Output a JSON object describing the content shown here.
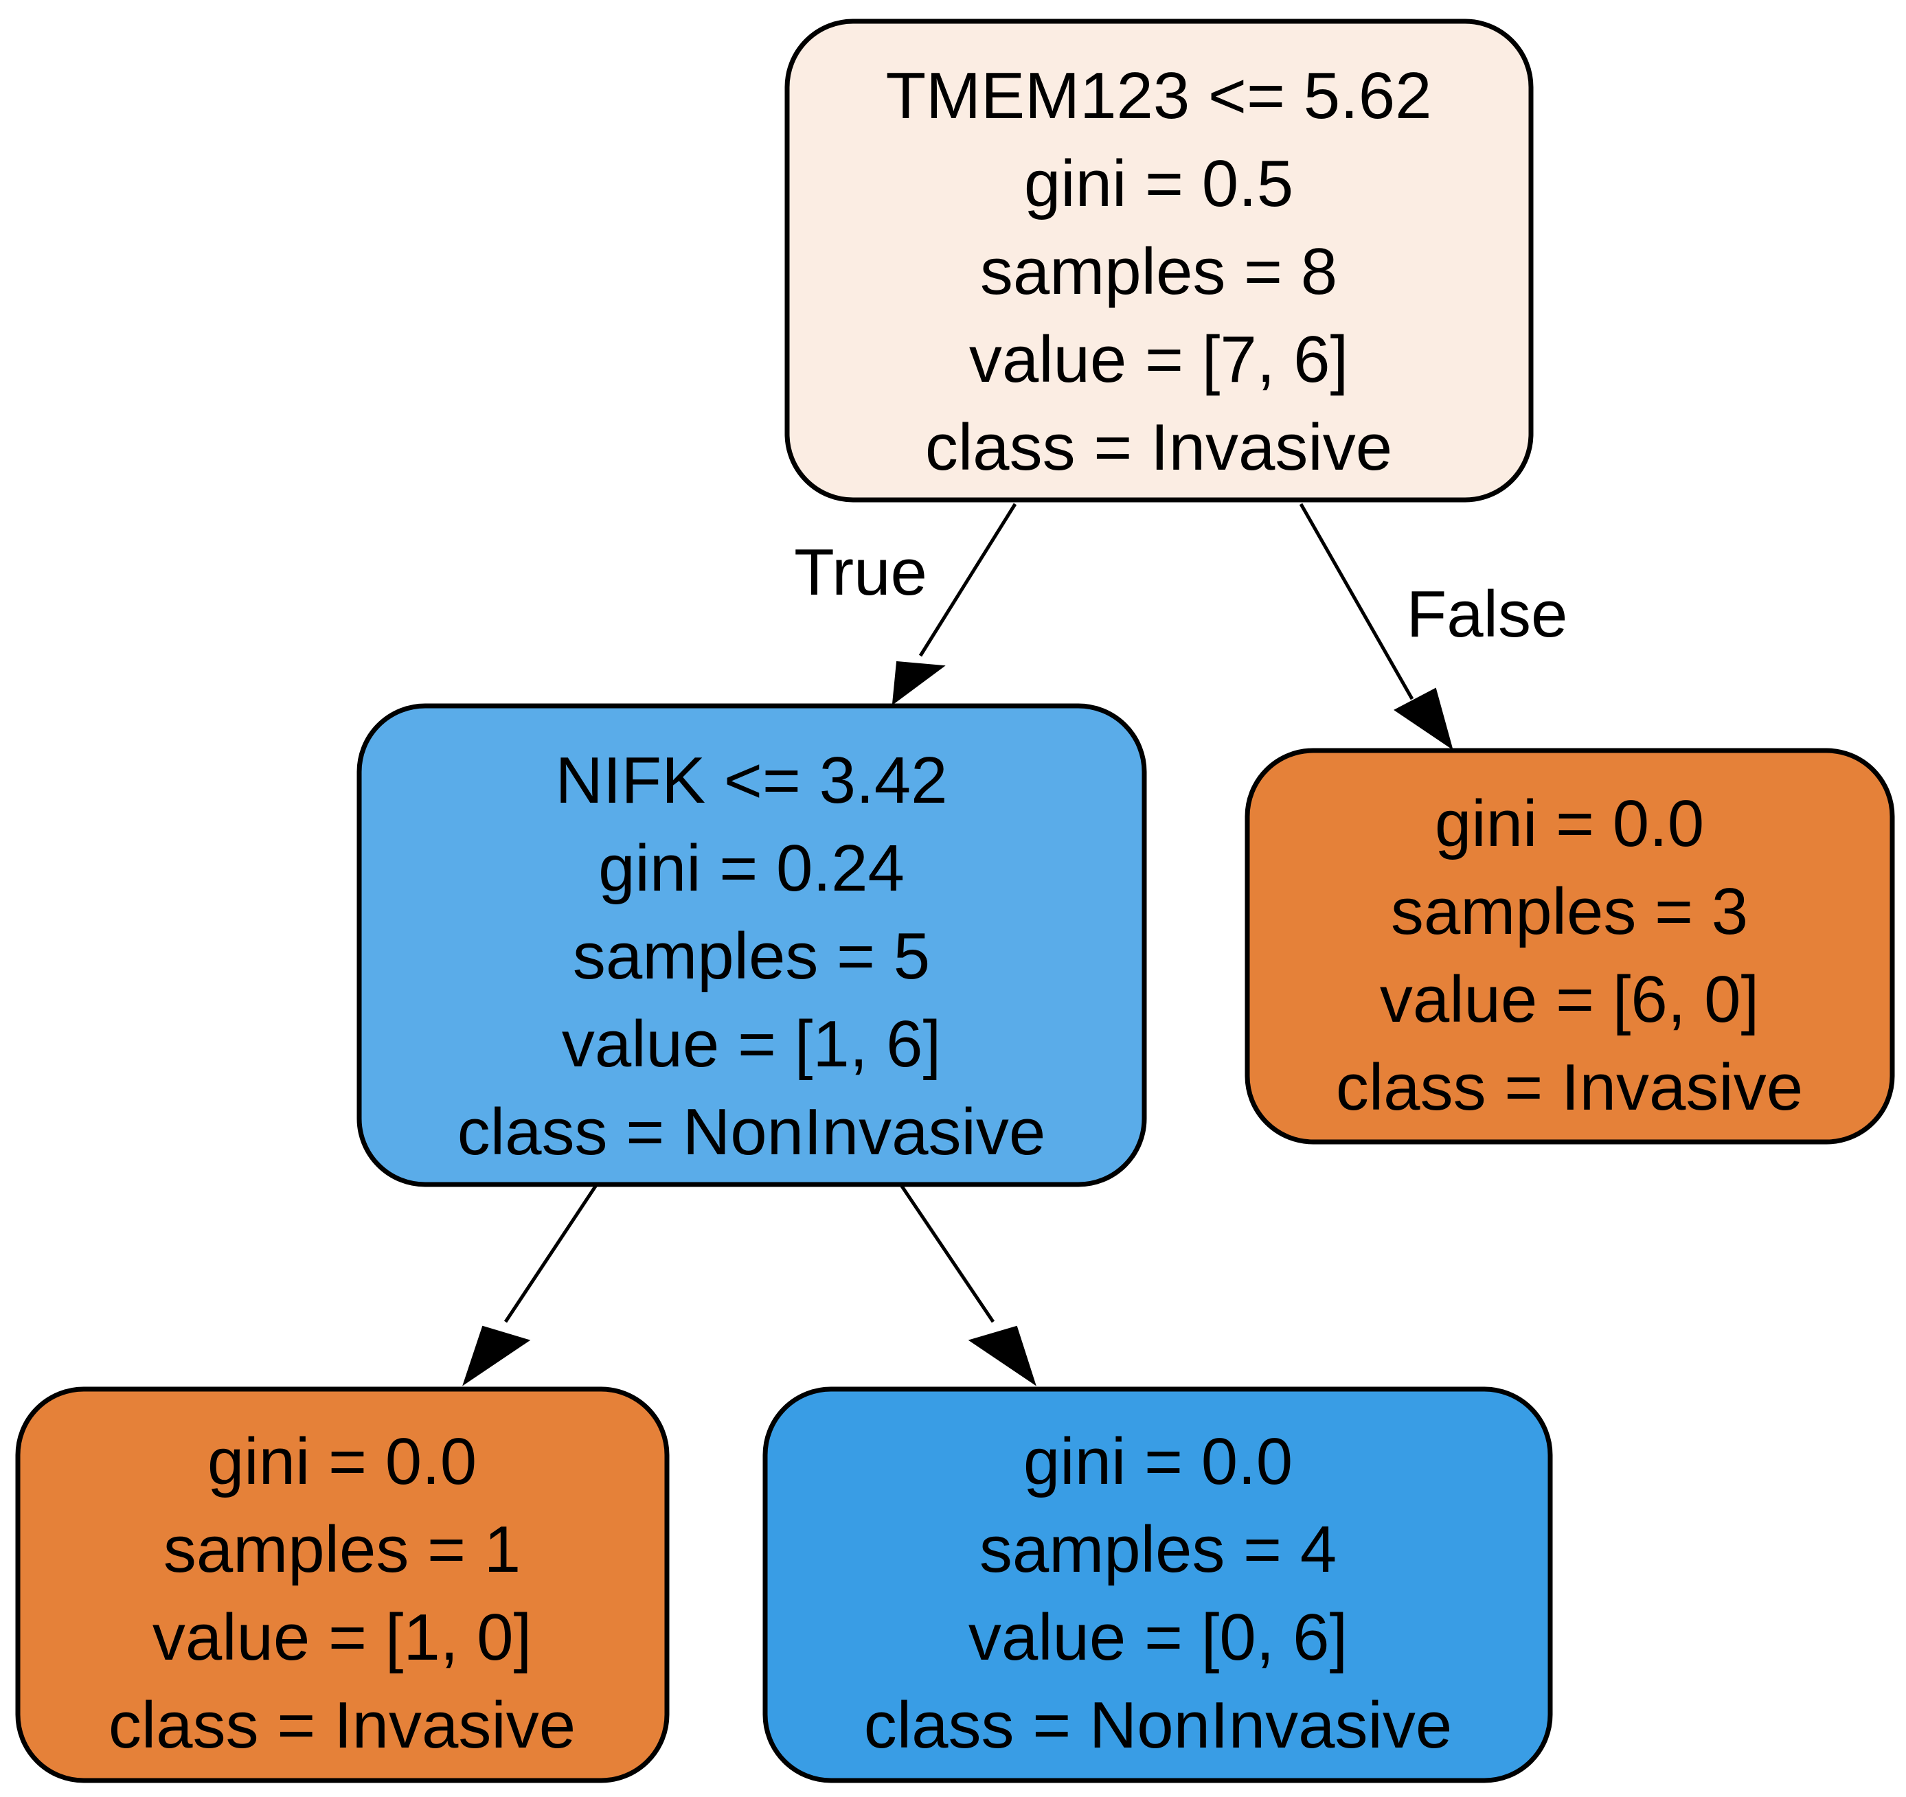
{
  "tree": {
    "edge_labels": {
      "true_label": "True",
      "false_label": "False"
    },
    "nodes": [
      {
        "id": "root",
        "split": "TMEM123 <= 5.62",
        "gini": "gini = 0.5",
        "samples": "samples = 8",
        "value": "value = [7, 6]",
        "class": "class = Invasive",
        "fill": "#fbede3"
      },
      {
        "id": "left",
        "split": "NIFK <= 3.42",
        "gini": "gini = 0.24",
        "samples": "samples = 5",
        "value": "value = [1, 6]",
        "class": "class = NonInvasive",
        "fill": "#5aace9"
      },
      {
        "id": "right",
        "gini": "gini = 0.0",
        "samples": "samples = 3",
        "value": "value = [6, 0]",
        "class": "class = Invasive",
        "fill": "#e58139"
      },
      {
        "id": "left-left",
        "gini": "gini = 0.0",
        "samples": "samples = 1",
        "value": "value = [1, 0]",
        "class": "class = Invasive",
        "fill": "#e58139"
      },
      {
        "id": "left-right",
        "gini": "gini = 0.0",
        "samples": "samples = 4",
        "value": "value = [0, 6]",
        "class": "class = NonInvasive",
        "fill": "#399de5"
      }
    ]
  }
}
